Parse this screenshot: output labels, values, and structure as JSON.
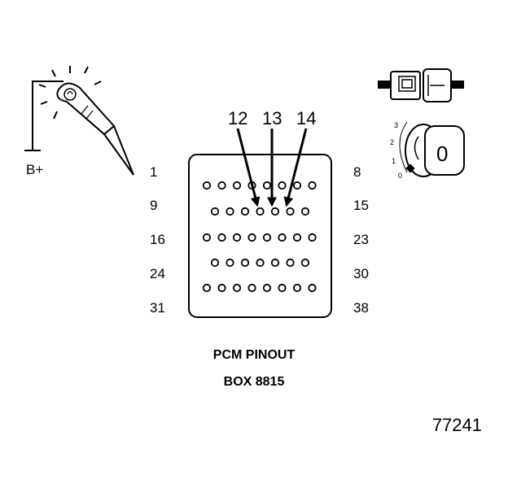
{
  "test_light": {
    "supply_label": "B+"
  },
  "pin_labels": {
    "left": [
      "1",
      "9",
      "16",
      "24",
      "31"
    ],
    "right": [
      "8",
      "15",
      "23",
      "30",
      "38"
    ]
  },
  "callouts": [
    "12",
    "13",
    "14"
  ],
  "caption": {
    "line1": "PCM PINOUT",
    "line2": "BOX 8815"
  },
  "ignition_key": {
    "positions": [
      "3",
      "2",
      "1",
      "0"
    ],
    "current_position": "0"
  },
  "figure_number": "77241"
}
